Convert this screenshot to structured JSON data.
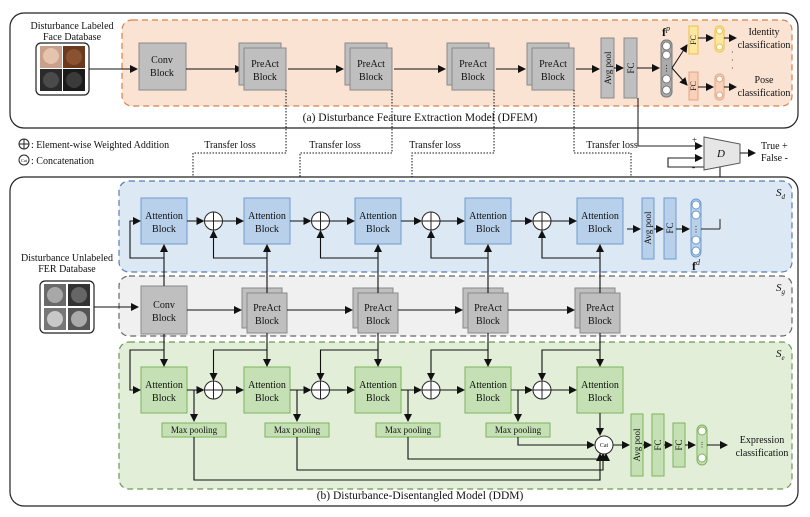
{
  "title": "Disturbance-Disentangled Model architecture",
  "colors": {
    "dfem_bg": "#fbe3d3",
    "dfem_border": "#d9804a",
    "sd_bg": "#dde8f5",
    "sd_border": "#5a7db3",
    "sg_bg": "#f0f0f0",
    "sg_border": "#666666",
    "se_bg": "#e2eed8",
    "se_border": "#6a9a52",
    "gray_block": "#bfbfbf",
    "blue_block": "#b8d0ea",
    "green_block": "#c5e0b4",
    "identity_fc": "#fde8a0",
    "pose_fc": "#f9d1b8"
  },
  "dfem": {
    "input_label": [
      "Disturbance Labeled",
      "Face Database"
    ],
    "conv_block": [
      "Conv",
      "Block"
    ],
    "preact_block": [
      "PreAct",
      "Block"
    ],
    "avg_pool": "Avg pool",
    "fc": "FC",
    "feature_label": "f",
    "feature_sup": "p",
    "identity_label": [
      "Identity",
      "classification"
    ],
    "pose_label": [
      "Pose",
      "classification"
    ],
    "caption": "(a) Disturbance Feature Extraction Model  (DFEM)"
  },
  "legend": {
    "addition": ": Element-wise Weighted Addition",
    "concat": ": Concatenation",
    "cat_symbol": "Cat"
  },
  "transfer_loss": "Transfer loss",
  "discriminator": {
    "label": "D",
    "plus": "+",
    "minus": "-",
    "output": [
      "True +",
      "False -"
    ]
  },
  "ddm": {
    "input_label": [
      "Disturbance Unlabeled",
      "FER Database"
    ],
    "attention_block": [
      "Attention",
      "Block"
    ],
    "conv_block": [
      "Conv",
      "Block"
    ],
    "preact_block": [
      "PreAct",
      "Block"
    ],
    "max_pooling": "Max pooling",
    "avg_pool": "Avg pool",
    "fc": "FC",
    "feature_label": "f",
    "feature_sup": "d",
    "sd_label": "S",
    "sd_sub": "d",
    "sg_label": "S",
    "sg_sub": "g",
    "se_label": "S",
    "se_sub": "e",
    "expression_label": [
      "Expression",
      "classification"
    ],
    "caption": "(b) Disturbance-Disentangled Model (DDM)"
  }
}
